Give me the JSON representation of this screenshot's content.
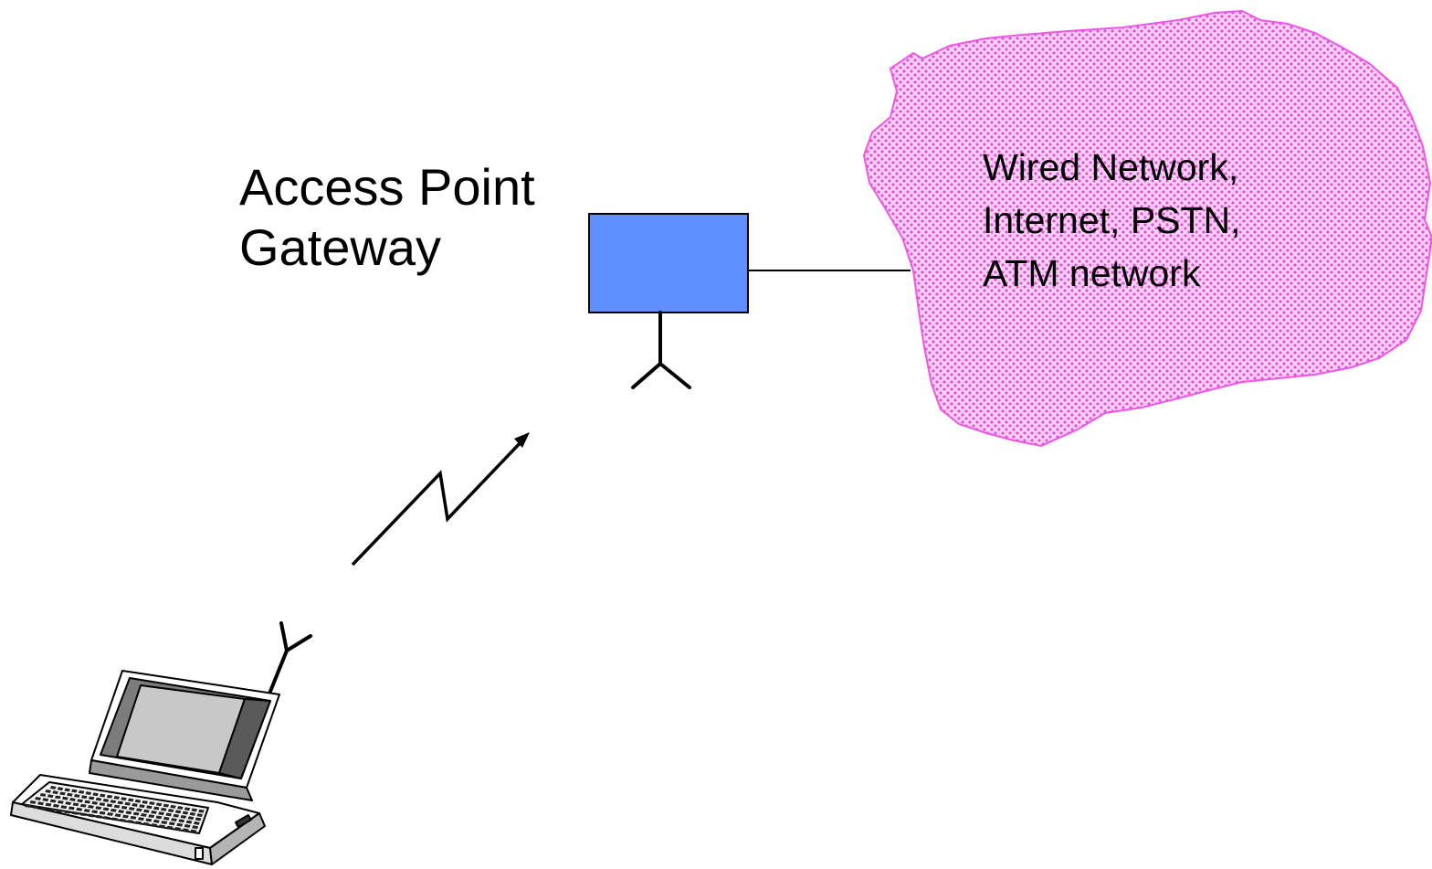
{
  "access_point": {
    "label_lines": [
      "Access Point",
      "Gateway"
    ],
    "box_color": "#6090FF"
  },
  "network": {
    "label_lines": [
      "Wired Network,",
      "Internet, PSTN,",
      "ATM network"
    ],
    "cloud_color": "#F060E8"
  },
  "icons": {
    "laptop": "laptop-with-antenna-icon",
    "wireless_link": "wireless-link-zigzag-icon",
    "antenna": "antenna-icon"
  }
}
